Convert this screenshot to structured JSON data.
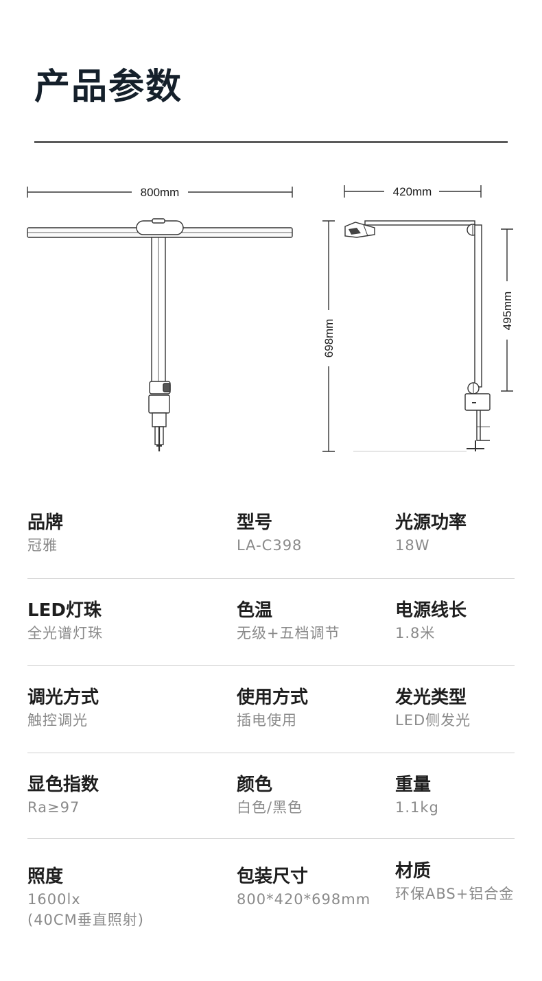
{
  "title": "产品参数",
  "dimensions": {
    "width_label": "800mm",
    "depth_label": "420mm",
    "height_label": "698mm",
    "arm_height_label": "495mm"
  },
  "specs": [
    [
      {
        "label": "品牌",
        "value": "冠雅"
      },
      {
        "label": "型号",
        "value": "LA-C398"
      },
      {
        "label": "光源功率",
        "value": "18W"
      }
    ],
    [
      {
        "label": "LED灯珠",
        "value": "全光谱灯珠"
      },
      {
        "label": "色温",
        "value": "无级+五档调节"
      },
      {
        "label": "电源线长",
        "value": "1.8米"
      }
    ],
    [
      {
        "label": "调光方式",
        "value": "触控调光"
      },
      {
        "label": "使用方式",
        "value": "插电使用"
      },
      {
        "label": "发光类型",
        "value": "LED侧发光"
      }
    ],
    [
      {
        "label": "显色指数",
        "value": "Ra≥97"
      },
      {
        "label": "颜色",
        "value": "白色/黑色"
      },
      {
        "label": "重量",
        "value": "1.1kg"
      }
    ],
    [
      {
        "label": "照度",
        "value": "1600lx",
        "value2": "(40CM垂直照射)"
      },
      {
        "label": "包装尺寸",
        "value": "800*420*698mm"
      },
      {
        "label": "材质",
        "value": "环保ABS+铝合金"
      }
    ]
  ]
}
